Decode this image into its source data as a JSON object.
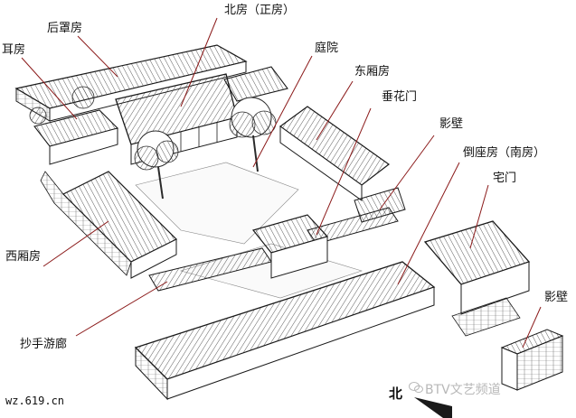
{
  "labels": {
    "hou_zhao_fang": "后罩房",
    "bei_fang": "北房（正房）",
    "er_fang": "耳房",
    "ting_yuan": "庭院",
    "dong_xiang_fang": "东厢房",
    "chui_hua_men": "垂花门",
    "ying_bi_inner": "影壁",
    "dao_zuo_fang": "倒座房（南房）",
    "zhai_men": "宅门",
    "xi_xiang_fang": "西厢房",
    "chao_shou_you_lang": "抄手游廊",
    "ying_bi_outer": "影壁"
  },
  "north_label": "北",
  "site_text": "wz.619.cn",
  "watermark_text": "BTV文艺频道",
  "colors": {
    "line": "#1a1a1a",
    "leader": "#8b1a1a",
    "paper": "#ffffff",
    "roof": "#f4f4f4",
    "tree": "#2a2a2a"
  }
}
